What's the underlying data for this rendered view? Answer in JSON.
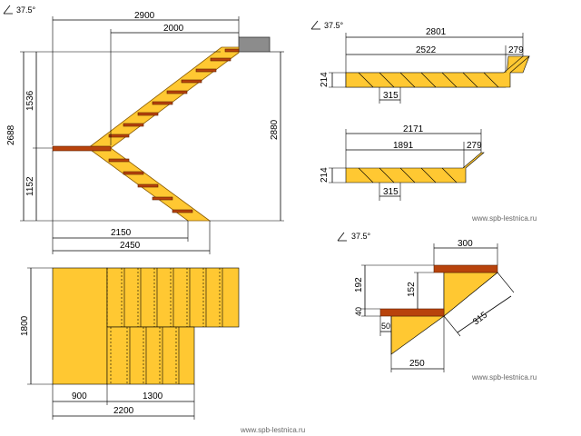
{
  "angle_labels": [
    "37.5°",
    "37.5°",
    "37.5°"
  ],
  "side_view": {
    "width_total": "2900",
    "width_upper": "2000",
    "height_left": "2688",
    "height_upper_left": "1536",
    "height_lower_left": "1152",
    "height_right": "2880",
    "bottom_inner": "2150",
    "bottom_outer": "2450"
  },
  "plan_view": {
    "depth": "1800",
    "left_width": "900",
    "right_width": "1300",
    "total_width": "2200"
  },
  "stringer_upper": {
    "total": "2801",
    "inner": "2522",
    "end": "279",
    "height": "214",
    "tread": "315"
  },
  "stringer_lower": {
    "total": "2171",
    "inner": "1891",
    "end": "279",
    "height": "214",
    "tread": "315"
  },
  "step_detail": {
    "tread_depth": "300",
    "riser_height": "192",
    "rise": "152",
    "tread_thickness": "40",
    "offset": "50",
    "diagonal": "315",
    "run": "250"
  },
  "watermarks": [
    "www.spb-lestnica.ru",
    "www.spb-lestnica.ru",
    "www.spb-lestnica.ru"
  ],
  "colors": {
    "wood": "#ffc832",
    "tread": "#b8430c",
    "landing_block": "#8c8c8c"
  }
}
